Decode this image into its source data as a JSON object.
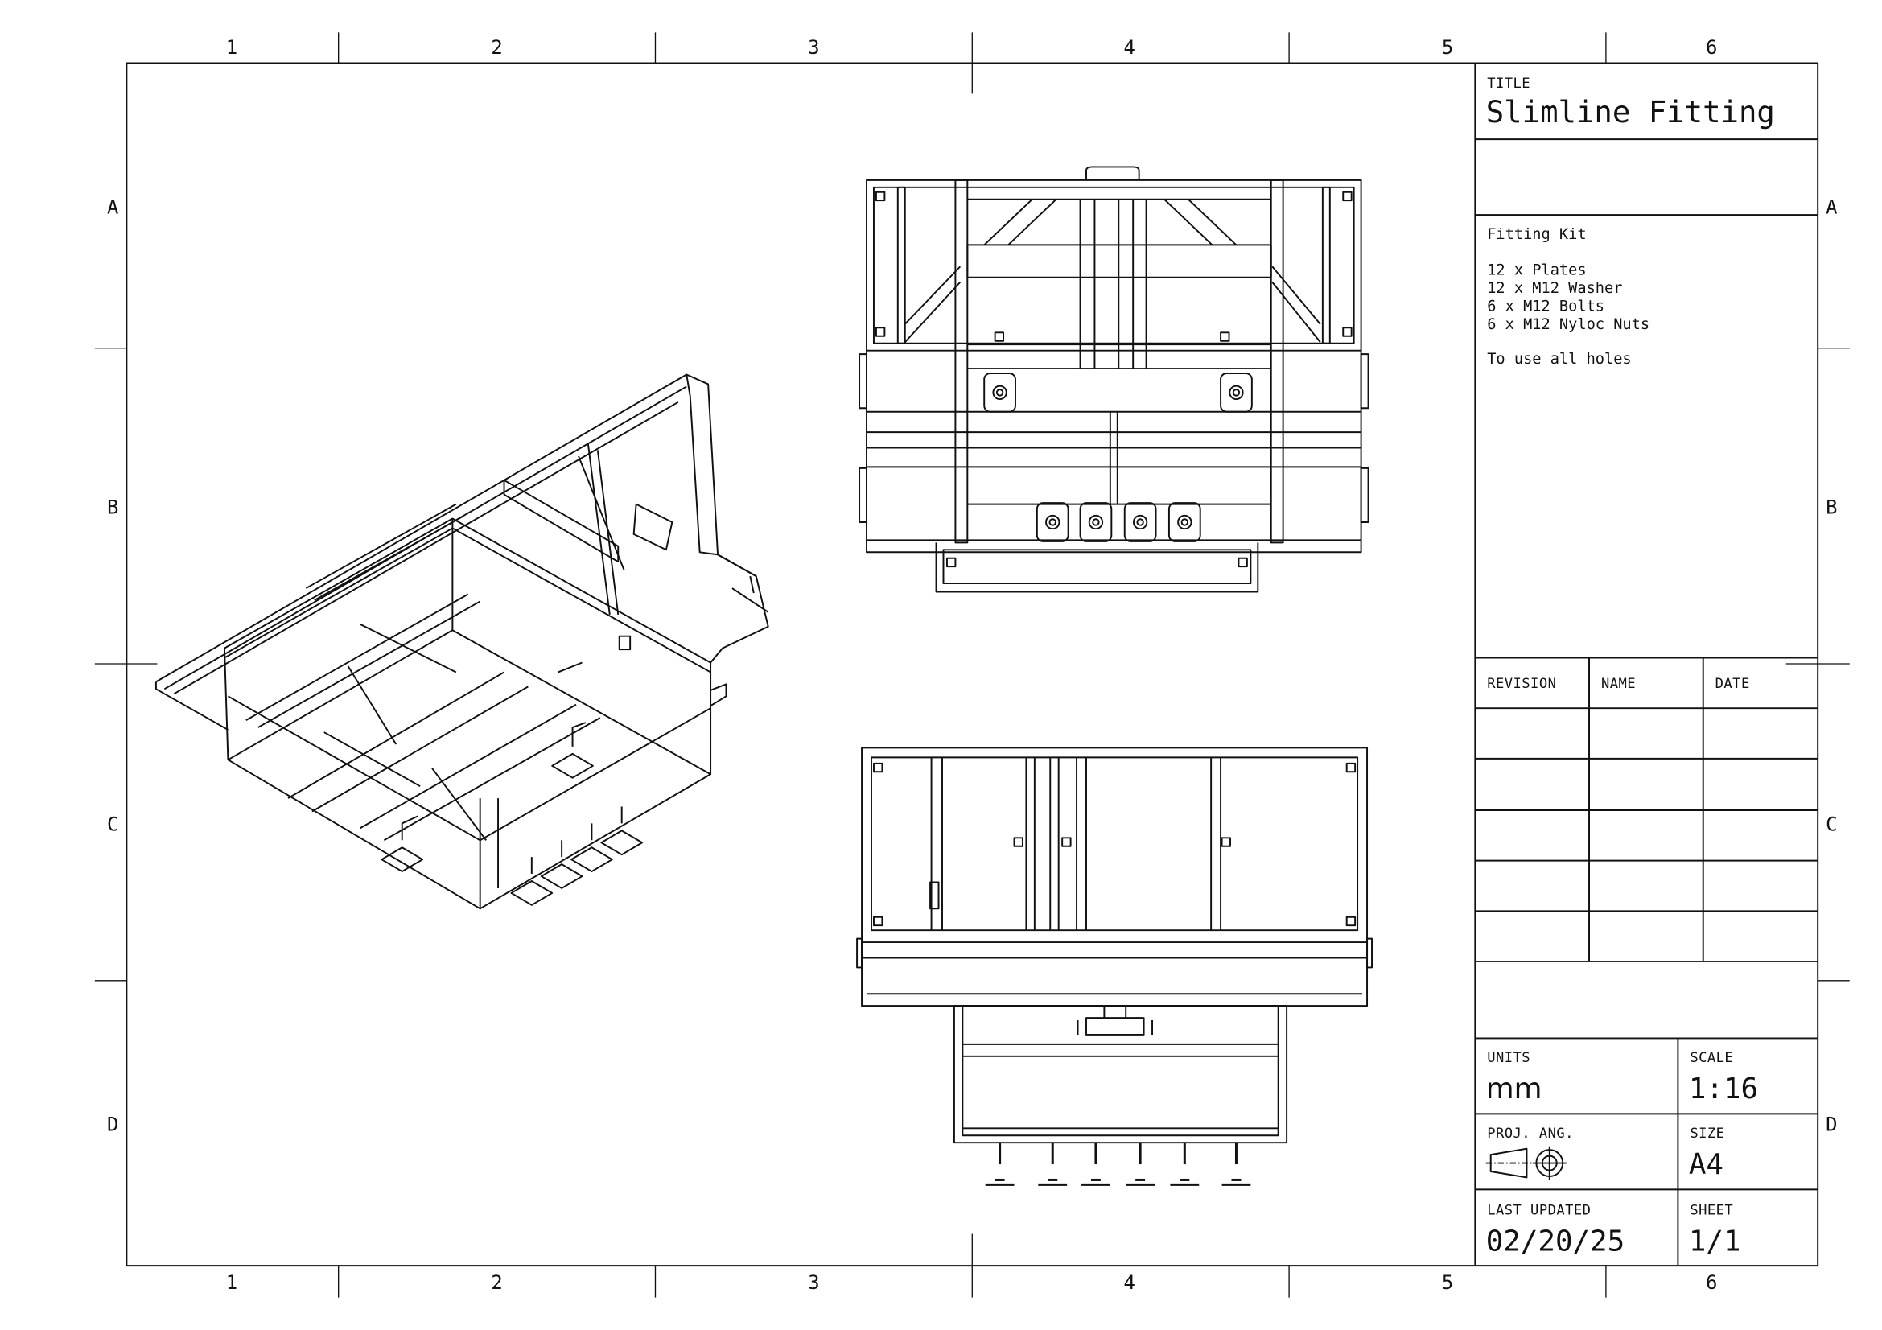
{
  "title_block": {
    "title_label": "TITLE",
    "title": "Slimline Fitting",
    "notes": {
      "heading": "Fitting Kit",
      "items": [
        "12 x Plates",
        "12 x M12 Washer",
        "6 x M12 Bolts",
        "6 x M12 Nyloc Nuts"
      ],
      "footer": "To use all holes"
    },
    "revision_table": {
      "headers": [
        "REVISION",
        "NAME",
        "DATE"
      ],
      "rows": [
        [
          "",
          "",
          ""
        ],
        [
          "",
          "",
          ""
        ],
        [
          "",
          "",
          ""
        ],
        [
          "",
          "",
          ""
        ],
        [
          "",
          "",
          ""
        ]
      ]
    },
    "units_label": "UNITS",
    "units": "mm",
    "scale_label": "SCALE",
    "scale": "1:16",
    "projection_label": "PROJ. ANG.",
    "projection_icon": "third-angle-projection-icon",
    "size_label": "SIZE",
    "size": "A4",
    "last_updated_label": "LAST UPDATED",
    "last_updated": "02/20/25",
    "sheet_label": "SHEET",
    "sheet": "1/1"
  },
  "zones": {
    "columns": [
      "1",
      "2",
      "3",
      "4",
      "5",
      "6"
    ],
    "rows": [
      "A",
      "B",
      "C",
      "D"
    ]
  }
}
